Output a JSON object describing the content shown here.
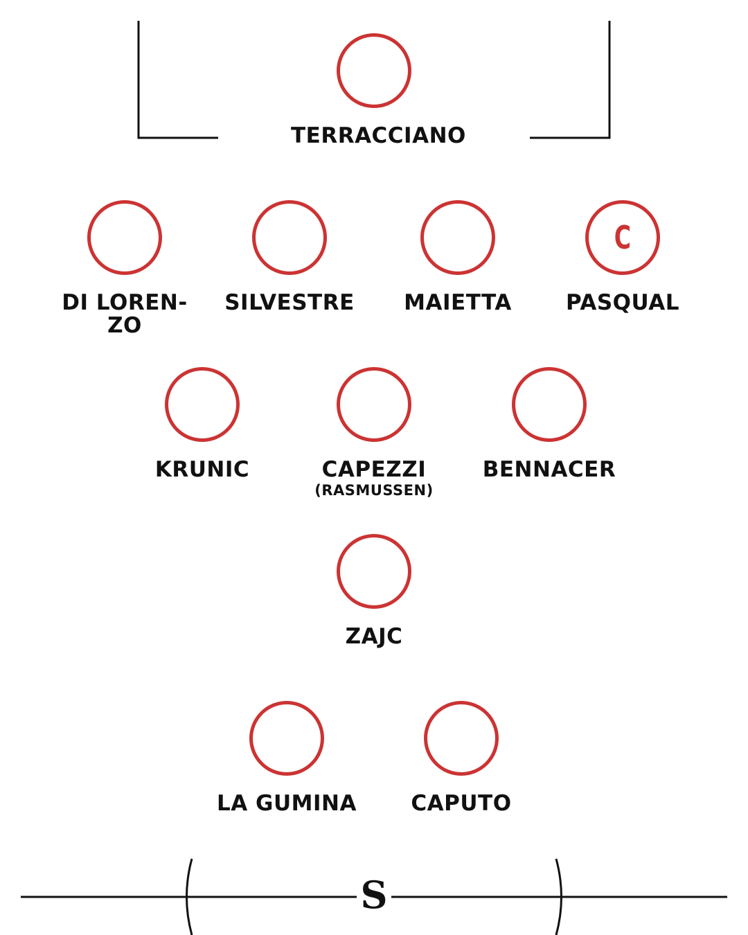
{
  "lineup": {
    "players": [
      {
        "name": "TERRACCIANO",
        "sub": ""
      },
      {
        "name": "DI LOREN-ZO",
        "sub": ""
      },
      {
        "name": "SILVESTRE",
        "sub": ""
      },
      {
        "name": "MAIETTA",
        "sub": ""
      },
      {
        "name": "PASQUAL",
        "sub": "",
        "captain": "C"
      },
      {
        "name": "KRUNIC",
        "sub": ""
      },
      {
        "name": "CAPEZZI",
        "sub": "(RASMUSSEN)"
      },
      {
        "name": "BENNACER",
        "sub": ""
      },
      {
        "name": "ZAJC",
        "sub": ""
      },
      {
        "name": "LA GUMINA",
        "sub": ""
      },
      {
        "name": "CAPUTO",
        "sub": ""
      }
    ]
  },
  "logo": {
    "glyph": "S"
  },
  "colors": {
    "circle": "#cc3333",
    "text": "#111111",
    "lines": "#111111"
  }
}
